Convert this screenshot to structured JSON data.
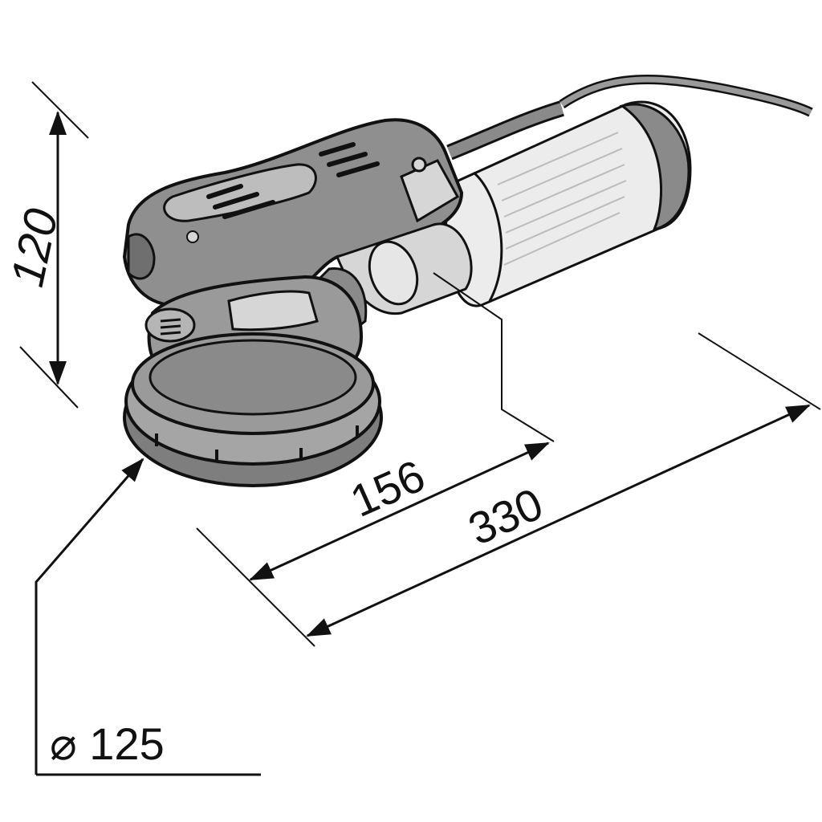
{
  "dimensions": {
    "height": "120",
    "head_length": "156",
    "total_length": "330",
    "pad_diameter": "⌀ 125"
  },
  "colors": {
    "line": "#111111",
    "body_dark": "#8a8a8a",
    "body_mid": "#a9a9a9",
    "body_light": "#d6d6d6",
    "motor_light": "#ececec"
  }
}
